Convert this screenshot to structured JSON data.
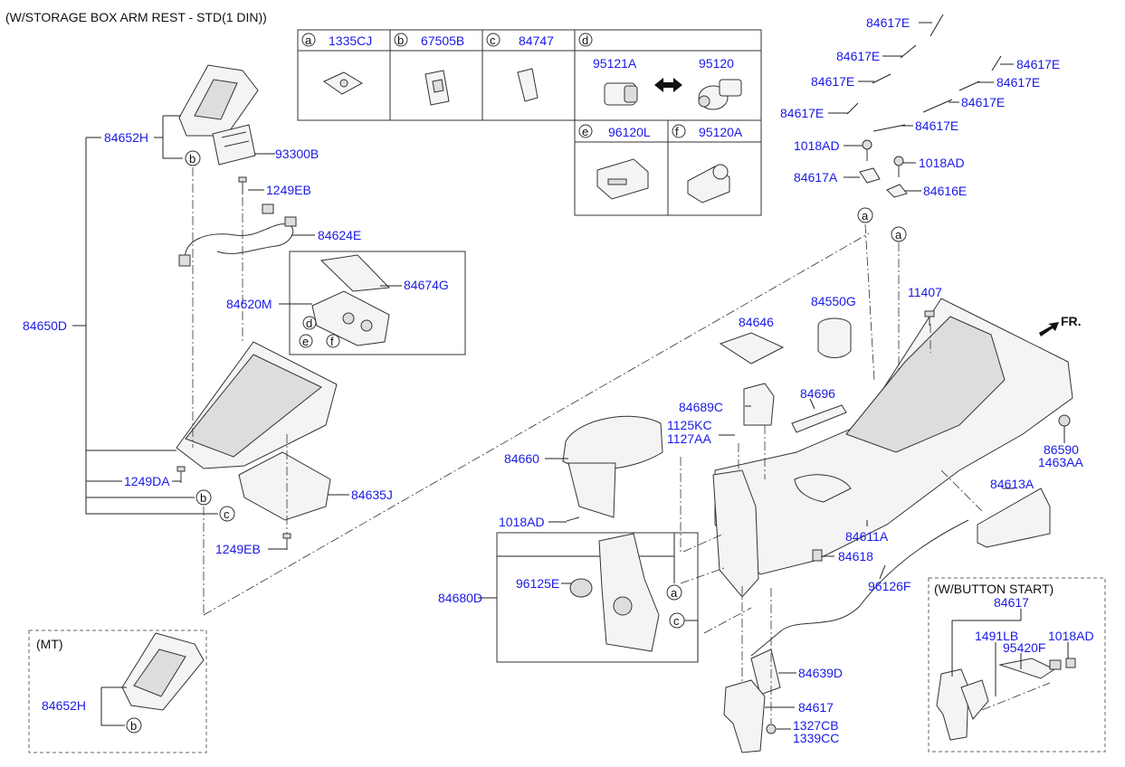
{
  "title": "(W/STORAGE BOX ARM REST - STD(1 DIN))",
  "table": {
    "a": {
      "letter": "a",
      "code": "1335CJ"
    },
    "b": {
      "letter": "b",
      "code": "67505B"
    },
    "c": {
      "letter": "c",
      "code": "84747"
    },
    "d": {
      "letter": "d",
      "left": "95121A",
      "right": "95120"
    },
    "e": {
      "letter": "e",
      "code": "96120L"
    },
    "f": {
      "letter": "f",
      "code": "95120A"
    }
  },
  "labels": {
    "p84652H": "84652H",
    "p93300B": "93300B",
    "p1249EB_top": "1249EB",
    "p84624E": "84624E",
    "p84674G": "84674G",
    "p84620M": "84620M",
    "p84650D": "84650D",
    "p1249DA": "1249DA",
    "p84635J": "84635J",
    "p1249EB_bot": "1249EB",
    "p84617E_1": "84617E",
    "p84617E_2": "84617E",
    "p84617E_3": "84617E",
    "p84617E_4": "84617E",
    "p84617E_5": "84617E",
    "p84617E_6": "84617E",
    "p84617E_7": "84617E",
    "p84617E_8": "84617E",
    "p1018AD_1": "1018AD",
    "p1018AD_2": "1018AD",
    "p84617A": "84617A",
    "p84616E": "84616E",
    "p11407": "11407",
    "p84550G": "84550G",
    "p84646": "84646",
    "pFR": "FR.",
    "p84689C": "84689C",
    "p84696": "84696",
    "p1125KC": "1125KC",
    "p1127AA": "1127AA",
    "p86590": "86590",
    "p1463AA": "1463AA",
    "p84660": "84660",
    "p84613A": "84613A",
    "p1018AD_3": "1018AD",
    "p84611A": "84611A",
    "p84618": "84618",
    "p96126F": "96126F",
    "p96125E": "96125E",
    "p84680D": "84680D",
    "p84639D": "84639D",
    "p84617": "84617",
    "p1327CB": "1327CB",
    "p1339CC": "1339CC",
    "mt_title": "(MT)",
    "mt_84652H": "84652H",
    "bs_title": "(W/BUTTON START)",
    "bs_84617": "84617",
    "bs_1491LB": "1491LB",
    "bs_1018AD": "1018AD",
    "bs_95420F": "95420F"
  },
  "callouts": {
    "a": "a",
    "b": "b",
    "c": "c",
    "d": "d",
    "e": "e",
    "f": "f"
  }
}
